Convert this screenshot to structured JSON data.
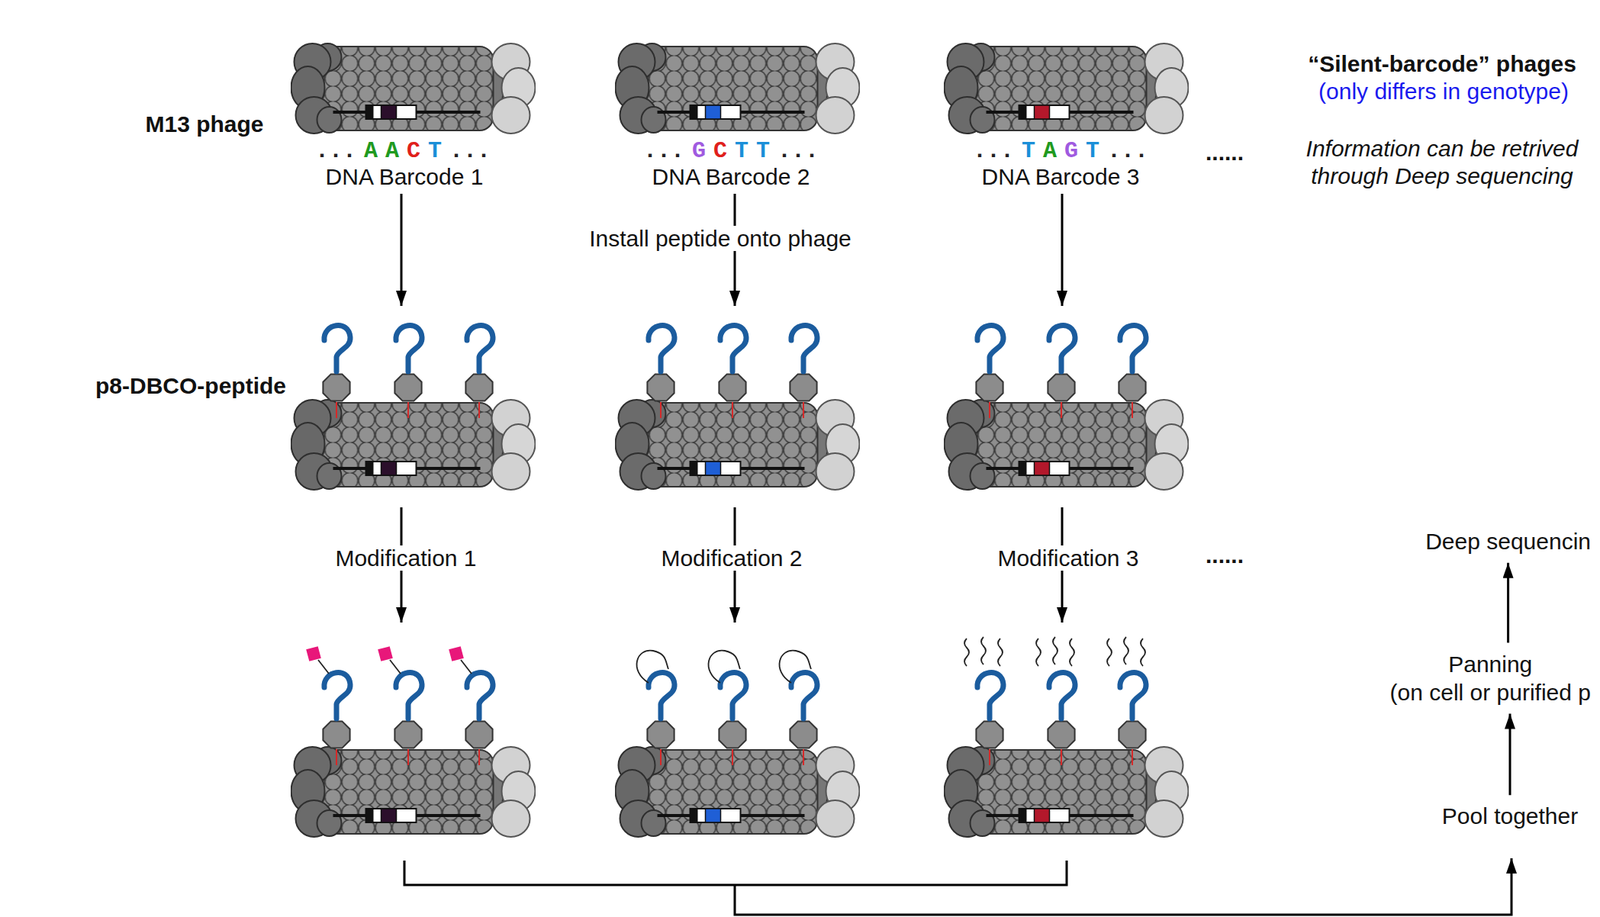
{
  "diagram": {
    "nodes": [
      {
        "text": [
          "Deep sequencin"
        ]
      },
      {
        "text": [
          "Panning",
          "(on cell or purified p"
        ]
      },
      {
        "text": [
          "Pool together"
        ]
      }
    ],
    "edges": [
      {
        "from": 2,
        "to": 1,
        "arrow": "to"
      },
      {
        "from": 1,
        "to": 0,
        "arrow": "to"
      }
    ],
    "labels": [
      "M13 phage",
      "...",
      "A",
      "A",
      "C",
      "T",
      "...",
      "DNA Barcode 1",
      "...",
      "G",
      "C",
      "T",
      "T",
      "...",
      "DNA Barcode 2",
      "...",
      "T",
      "A",
      "G",
      "T",
      "...",
      "DNA Barcode 3",
      "......",
      "“Silent-barcode” phages",
      "(only differs in genotype)",
      "Information can be retrived through Deep sequencing",
      "Install peptide onto phage",
      "p8-DBCO-peptide",
      "Modification 1",
      "Modification 2",
      "Modification 3",
      "......"
    ]
  }
}
